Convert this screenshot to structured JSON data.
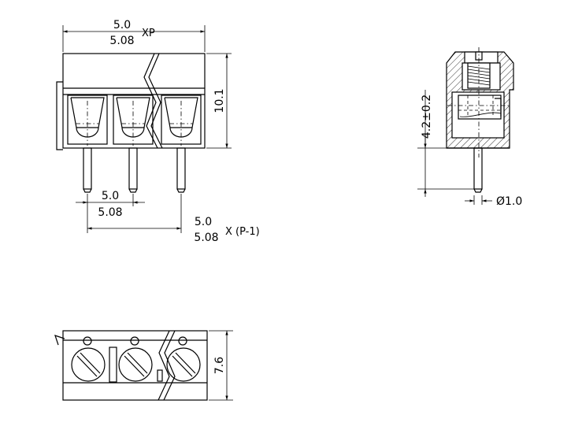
{
  "front_view": {
    "pitch_dim_top": "5.0",
    "pitch_dim_top_alt": "5.08",
    "pitch_dim_top_suffix": "XP",
    "height_dim": "10.1",
    "pin_pitch": "5.0",
    "pin_pitch_alt": "5.08",
    "total_dim": "5.0",
    "total_dim_alt": "5.08",
    "total_dim_suffix": "X (P-1)"
  },
  "side_view": {
    "pin_height_dim": "4.2±0.2",
    "pin_diameter": "Ø1.0"
  },
  "top_view": {
    "depth_dim": "7.6"
  },
  "colors": {
    "line": "#000000",
    "background": "#ffffff"
  }
}
